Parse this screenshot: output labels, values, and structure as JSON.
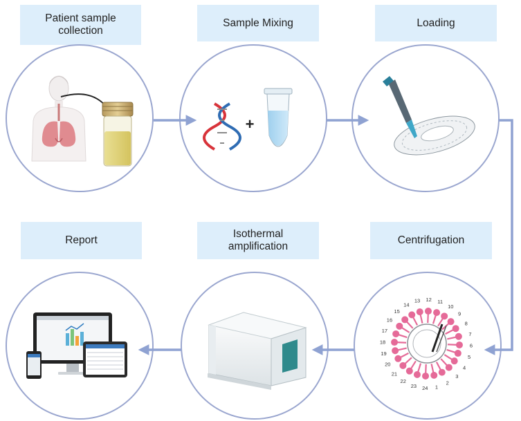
{
  "steps": {
    "collection": {
      "line1": "Patient sample",
      "line2": "collection"
    },
    "mixing": {
      "label": "Sample Mixing"
    },
    "loading": {
      "label": "Loading"
    },
    "centrifugation": {
      "label": "Centrifugation"
    },
    "amplification": {
      "line1": "Isothermal",
      "line2": "amplification"
    },
    "report": {
      "label": "Report"
    }
  },
  "disc_numbers": [
    "1",
    "2",
    "3",
    "4",
    "5",
    "6",
    "7",
    "8",
    "9",
    "10",
    "11",
    "12",
    "13",
    "14",
    "15",
    "16",
    "17",
    "18",
    "19",
    "20",
    "21",
    "22",
    "23",
    "24"
  ],
  "icons": [
    "lungs-figure-icon",
    "sample-jar-icon",
    "dna-icon",
    "plus-icon",
    "test-tube-icon",
    "pipette-icon",
    "microfluidic-disc-icon",
    "centrifuge-disc-icon",
    "isothermal-amplifier-icon",
    "devices-report-icon"
  ],
  "colors": {
    "circle_stroke": "#9aa6cf",
    "arrow": "#8fa2d2",
    "label_bg": "#ddeefb",
    "disc_pink": "#e56a98",
    "dna_red": "#d8333a",
    "dna_blue": "#2f6cb3"
  }
}
